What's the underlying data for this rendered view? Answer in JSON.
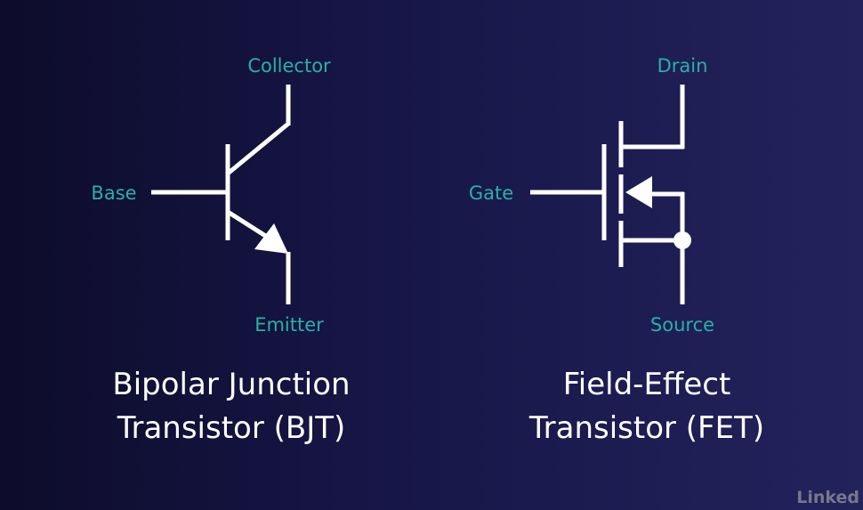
{
  "bjt": {
    "labels": {
      "collector": "Collector",
      "base": "Base",
      "emitter": "Emitter"
    },
    "caption": [
      "Bipolar Junction",
      "Transistor (BJT)"
    ]
  },
  "fet": {
    "labels": {
      "drain": "Drain",
      "gate": "Gate",
      "source": "Source"
    },
    "caption": [
      "Field-Effect",
      "Transistor (FET)"
    ]
  },
  "watermark": "Linked",
  "colors": {
    "label": "#2ab0a6",
    "symbol": "#ffffff",
    "background_left": "#0d0c2b",
    "background_right": "#23235c"
  }
}
